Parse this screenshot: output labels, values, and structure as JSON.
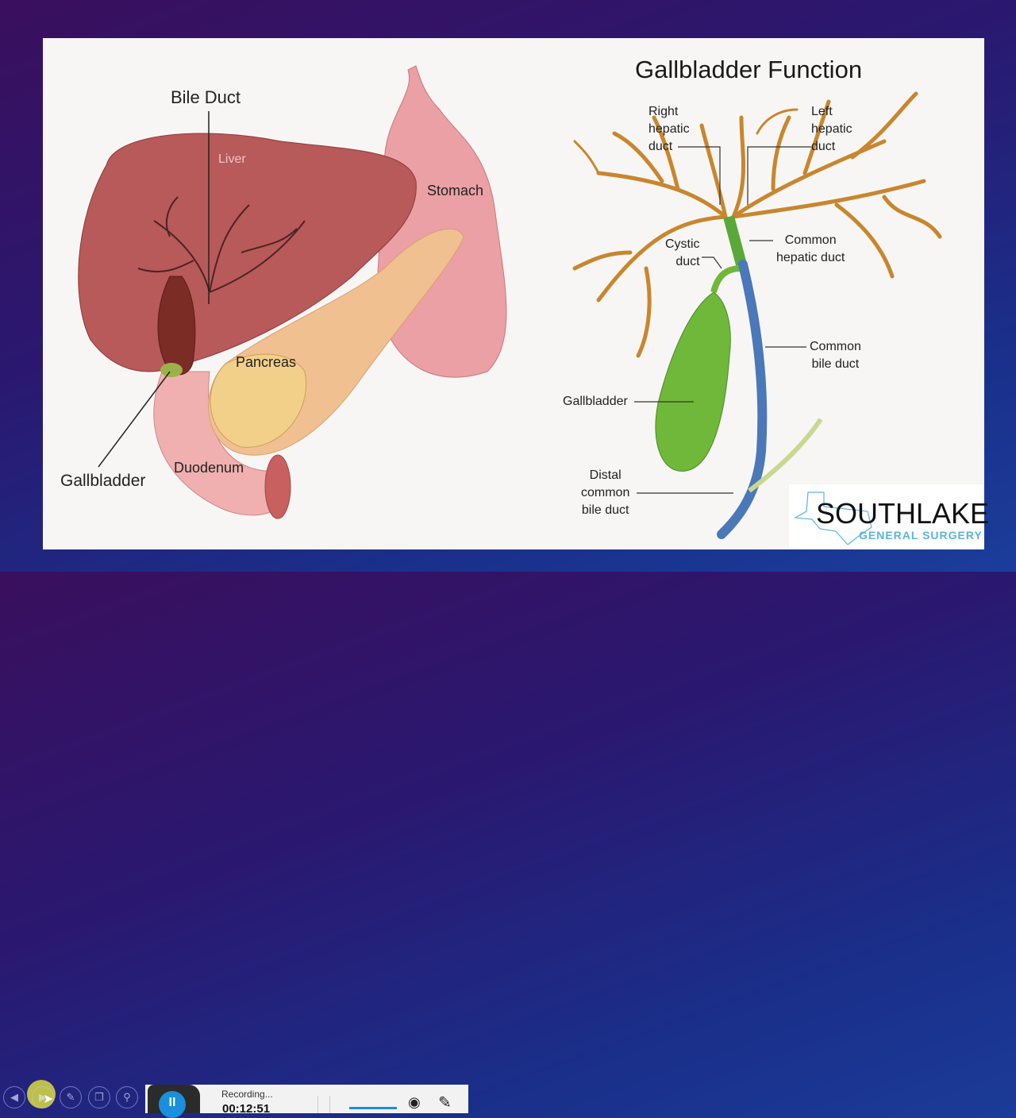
{
  "slide": {
    "title": "Gallbladder Function",
    "left_labels": {
      "bile_duct": "Bile Duct",
      "liver": "Liver",
      "stomach": "Stomach",
      "pancreas": "Pancreas",
      "duodenum": "Duodenum",
      "gallbladder": "Gallbladder"
    },
    "right_labels": {
      "right_hepatic": [
        "Right",
        "hepatic",
        "duct"
      ],
      "left_hepatic": [
        "Left",
        "hepatic",
        "duct"
      ],
      "cystic": [
        "Cystic",
        "duct"
      ],
      "common_hepatic": [
        "Common",
        "hepatic duct"
      ],
      "common_bile": [
        "Common",
        "bile duct"
      ],
      "gallbladder": "Gallbladder",
      "distal": [
        "Distal",
        "common",
        "bile duct"
      ]
    },
    "logo": {
      "main": "SOUTHLAKE",
      "sub": "GENERAL SURGERY"
    }
  },
  "recorder": {
    "status": "Recording...",
    "time": "00:12:51"
  },
  "colors": {
    "accent": "#1a8fdc",
    "duct_orange": "#c8862e",
    "gallbladder_green": "#6fb83a",
    "bile_blue": "#4a78b8"
  }
}
